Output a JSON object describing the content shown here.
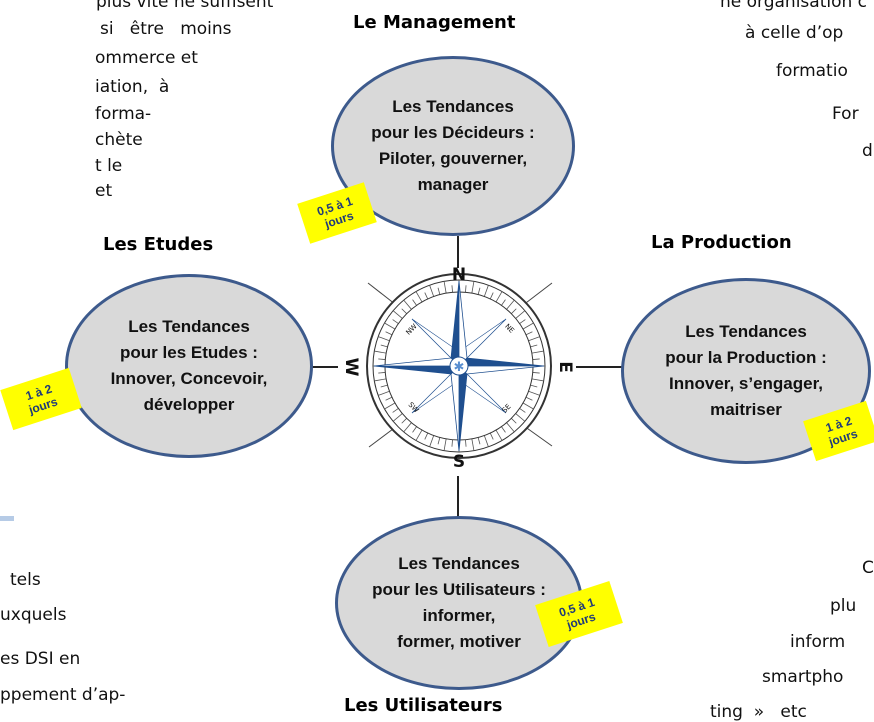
{
  "background_text": {
    "top_left": [
      "plus vite ne suffisent",
      "si   être   moins",
      "ommerce et",
      "iation,  à",
      "forma-",
      "chète",
      "t le",
      "et"
    ],
    "bottom_left": [
      "tels",
      "uxquels",
      "es DSI en",
      "ppement d’ap-"
    ],
    "top_right": [
      "ne organisation c",
      "à celle d’op",
      "formatio",
      "For",
      "d"
    ],
    "bottom_right": [
      "C",
      "plu",
      "inform",
      "smartpho",
      "ting  »   etc"
    ]
  },
  "sections": {
    "management": {
      "title": "Le Management",
      "lines": [
        "Les Tendances",
        "pour les Décideurs :",
        "Piloter, gouverner,",
        "manager"
      ],
      "tag": [
        "0,5 à 1",
        "jours"
      ]
    },
    "etudes": {
      "title": "Les Etudes",
      "lines": [
        "Les Tendances",
        "pour les Etudes :",
        "Innover, Concevoir,",
        "développer"
      ],
      "tag": [
        "1 à 2",
        "jours"
      ]
    },
    "production": {
      "title": "La Production",
      "lines": [
        "Les Tendances",
        "pour la Production :",
        "Innover,  s’engager,",
        "maitriser"
      ],
      "tag": [
        "1 à 2",
        "jours"
      ]
    },
    "utilisateurs": {
      "title": "Les Utilisateurs",
      "lines": [
        "Les Tendances",
        "pour les Utilisateurs :",
        "informer,",
        "former, motiver"
      ],
      "tag": [
        "0,5 à 1",
        "jours"
      ]
    }
  },
  "compass": {
    "cardinals": {
      "n": "N",
      "s": "S",
      "e": "E",
      "w": "W"
    },
    "intercardinals": {
      "nw": "NW",
      "ne": "NE",
      "sw": "SW",
      "se": "SE"
    }
  },
  "colors": {
    "ellipse_fill": "#d9d9d9",
    "ellipse_border": "#3d5a8c",
    "tag_fill": "#ffff00",
    "tag_text": "#1f3a7a",
    "compass_blue": "#1f4f8f",
    "accent_bar": "#b6cbe6"
  }
}
